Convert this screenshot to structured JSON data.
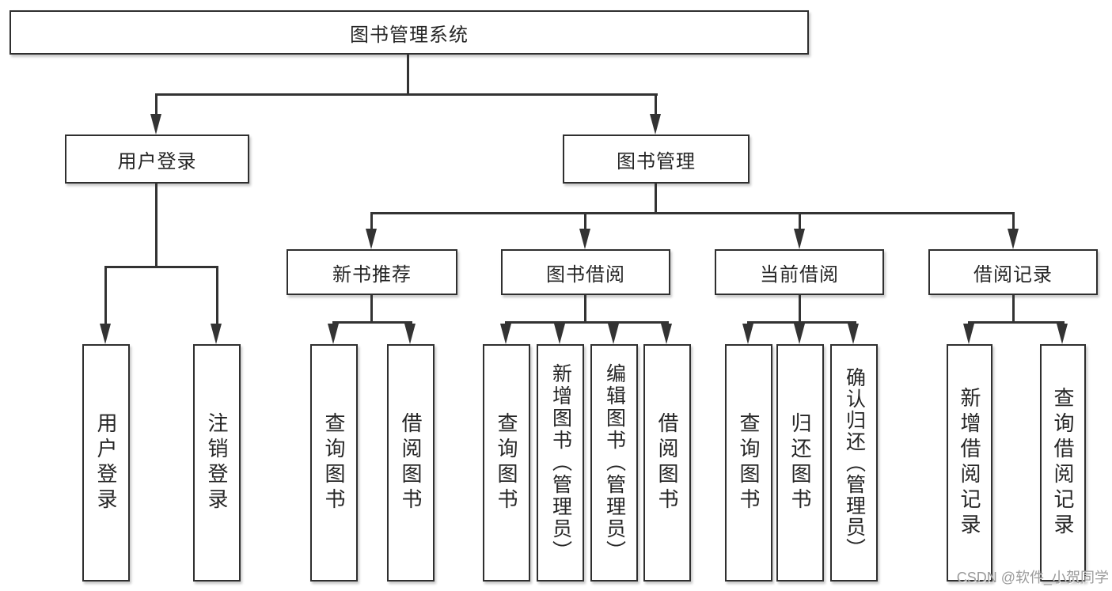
{
  "diagram_title": "图书管理系统",
  "watermark": "CSDN @软件_小贺同学",
  "colors": {
    "background": "#ffffff",
    "box_border": "#2f2f2f",
    "box_fill": "#ffffff",
    "line": "#333333",
    "text": "#262626",
    "watermark_text": "#9b9b9b"
  },
  "nodes": {
    "root": {
      "label": "图书管理系统"
    },
    "level2": [
      {
        "label": "用户登录",
        "parent": "图书管理系统"
      },
      {
        "label": "图书管理",
        "parent": "图书管理系统"
      }
    ],
    "level3": [
      {
        "label": "新书推荐",
        "parent": "图书管理"
      },
      {
        "label": "图书借阅",
        "parent": "图书管理"
      },
      {
        "label": "当前借阅",
        "parent": "图书管理"
      },
      {
        "label": "借阅记录",
        "parent": "图书管理"
      }
    ],
    "level4": [
      {
        "label": "用户登录",
        "parent": "用户登录"
      },
      {
        "label": "注销登录",
        "parent": "用户登录"
      },
      {
        "label": "查询图书",
        "parent": "新书推荐"
      },
      {
        "label": "借阅图书",
        "parent": "新书推荐"
      },
      {
        "label": "查询图书",
        "parent": "图书借阅"
      },
      {
        "label": "新增图书（管理员）",
        "parent": "图书借阅"
      },
      {
        "label": "编辑图书（管理员）",
        "parent": "图书借阅"
      },
      {
        "label": "借阅图书",
        "parent": "图书借阅"
      },
      {
        "label": "查询图书",
        "parent": "当前借阅"
      },
      {
        "label": "归还图书",
        "parent": "当前借阅"
      },
      {
        "label": "确认归还（管理员）",
        "parent": "当前借阅"
      },
      {
        "label": "新增借阅记录",
        "parent": "借阅记录"
      },
      {
        "label": "查询借阅记录",
        "parent": "借阅记录"
      }
    ]
  }
}
